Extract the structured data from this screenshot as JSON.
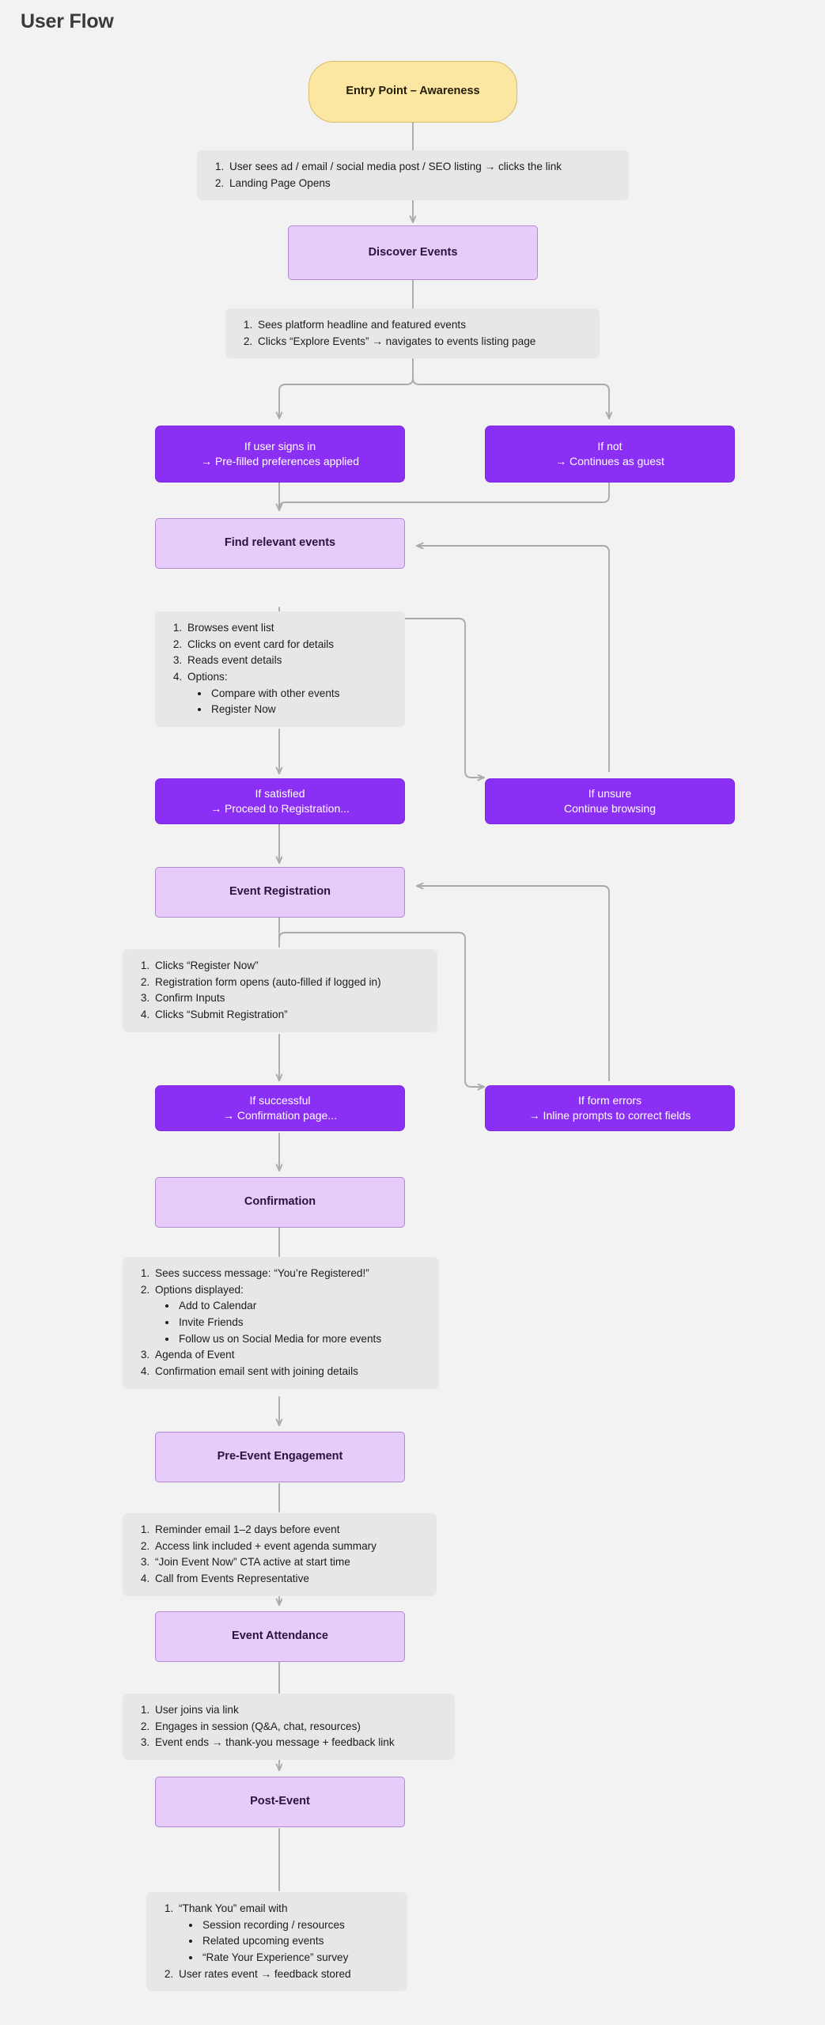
{
  "page": {
    "title": "User Flow"
  },
  "colors": {
    "background": "#f2f2f2",
    "entry_fill": "#fbe6a2",
    "entry_border": "#d6bd6c",
    "stage_fill": "#e7ccfb",
    "stage_border": "#b28ad0",
    "branch_fill": "#8b2ff5",
    "branch_border": "#7d28de",
    "note_fill": "#e7e7e7",
    "connector": "#aaaaaa",
    "title_text": "#3a3a3a"
  },
  "nodes": {
    "entry_point": {
      "label": "Entry Point – Awareness"
    },
    "discover_events": {
      "label": "Discover Events"
    },
    "signed_in": {
      "line1": "If user signs in",
      "line2": "→ Pre-filled preferences applied"
    },
    "not_signed_in": {
      "line1": "If not",
      "line2": "→ Continues as guest"
    },
    "find_relevant_events": {
      "label": "Find relevant events"
    },
    "if_satisfied": {
      "line1": "If satisfied",
      "line2": "→ Proceed to Registration..."
    },
    "if_unsure": {
      "line1": "If unsure",
      "line2": "Continue browsing"
    },
    "event_registration": {
      "label": "Event Registration"
    },
    "if_successful": {
      "line1": "If successful",
      "line2": "→ Confirmation page..."
    },
    "if_form_errors": {
      "line1": "If form errors",
      "line2": "→ Inline prompts to correct fields"
    },
    "confirmation": {
      "label": "Confirmation"
    },
    "pre_event_engagement": {
      "label": "Pre-Event Engagement"
    },
    "event_attendance": {
      "label": "Event Attendance"
    },
    "post_event": {
      "label": "Post-Event"
    }
  },
  "notes": {
    "entry": [
      "User sees ad / email / social media post / SEO listing → clicks the link",
      "Landing Page Opens"
    ],
    "discover": [
      "Sees platform headline and featured events",
      "Clicks “Explore Events” → navigates to events listing page"
    ],
    "find": {
      "items": [
        "Browses event list",
        "Clicks on event card for details",
        "Reads event details",
        "Options:"
      ],
      "sub": [
        "Compare with other events",
        "Register Now"
      ]
    },
    "registration": [
      "Clicks “Register Now”",
      "Registration form opens (auto-filled if logged in)",
      "Confirm Inputs",
      "Clicks “Submit Registration”"
    ],
    "confirmation": {
      "item1": "Sees success message: “You’re Registered!”",
      "item2": "Options displayed:",
      "sub": [
        "Add to Calendar",
        "Invite Friends",
        "Follow us on Social Media for more events"
      ],
      "item3": "Agenda of Event",
      "item4": "Confirmation email sent with joining details"
    },
    "pre_event": [
      "Reminder email 1–2 days before event",
      "Access link included + event agenda summary",
      "“Join Event Now” CTA active at start time",
      "Call from Events Representative"
    ],
    "attendance": [
      "User joins via link",
      "Engages in session (Q&A, chat, resources)",
      "Event ends → thank-you message + feedback link"
    ],
    "post_event": {
      "item1": "“Thank You” email with",
      "sub": [
        "Session recording / resources",
        "Related upcoming events",
        "“Rate Your Experience” survey"
      ],
      "item2": "User rates event → feedback stored"
    }
  }
}
